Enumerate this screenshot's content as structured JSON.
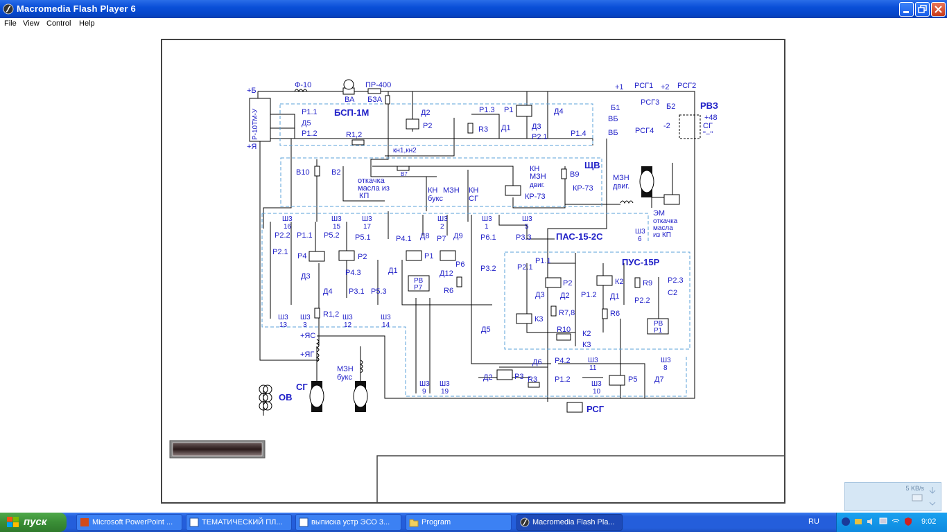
{
  "window": {
    "title": "Macromedia Flash Player 6"
  },
  "menu": [
    "File",
    "View",
    "Control",
    "Help"
  ],
  "diagram": {
    "labels": {
      "pb": "+Б",
      "f10": "Ф-10",
      "va": "ВА",
      "pr400": "ПР-400",
      "bza": "БЗА",
      "p1": "+1",
      "rsg1": "РСГ1",
      "p2": "+2",
      "rsg2": "РСГ2",
      "rvz": "РВЗ",
      "rsg3": "РСГ3",
      "b1": "Б1",
      "b2": "Б2",
      "vb1": "ВБ",
      "vb2": "ВБ",
      "rsg4": "РСГ4",
      "m2": "-2",
      "p48": "+48",
      "sg": "СГ",
      "pm": "\"−\"",
      "r10tm": "Р-10ТМ-У",
      "py": "+Я",
      "p11": "Р1.1",
      "d5": "Д5",
      "p12": "Р1.2",
      "bsp": "БСП-1М",
      "d2": "Д2",
      "rr2": "Р2",
      "p13": "Р1.3",
      "rr1": "Р1",
      "d4": "Д4",
      "r3": "R3",
      "d1": "Д1",
      "d3": "Д3",
      "p21": "Р2.1",
      "p14": "Р1.4",
      "r12": "R1,2",
      "kn12": "кн1,кн2",
      "b7": "В7",
      "kn1": "КН",
      "mzn1": "МЗН",
      "dvig1": "двиг.",
      "schv": "ЩВ",
      "b10": "В10",
      "b2b": "В2",
      "otk1": "откачка",
      "masla1": "масла из",
      "kp1": "КП",
      "kn2": "КН",
      "mzn2": "МЗН",
      "buks1": "букс",
      "kn3": "КН",
      "sg2": "СГ",
      "kr73a": "КР-73",
      "b9": "В9",
      "kr73b": "КР-73",
      "mzn3": "МЗН",
      "dvig2": "двиг.",
      "em": "ЭМ",
      "otk2": "откачка",
      "masla2": "масла",
      "izkp": "из КП",
      "sh16": "Ш3",
      "n16": "16",
      "sh15": "Ш3",
      "n15": "15",
      "sh17": "Ш3",
      "n17": "17",
      "sh2": "Ш3",
      "n2": "2",
      "sh1": "Ш3",
      "n1": "1",
      "sh5": "Ш3",
      "n5": "5",
      "sh6": "Ш3",
      "n6": "6",
      "p22": "Р2.2",
      "p11b": "Р1.1",
      "p52": "Р5.2",
      "p51": "Р5.1",
      "p41": "Р4.1",
      "d8": "Д8",
      "p7": "Р7",
      "d9": "Д9",
      "p61": "Р6.1",
      "p33": "Р3.3",
      "p21b": "Р2.1",
      "pas": "ПАС-15-2С",
      "pus": "ПУС-15Р",
      "p4": "Р4",
      "p2b": "Р2",
      "p1b": "Р1",
      "p6": "Р6",
      "p32": "Р3.2",
      "d3b": "Д3",
      "p43": "Р4.3",
      "d1b": "Д1",
      "rv": "РВ",
      "rp7": "Р7",
      "d12": "Д12",
      "r6": "R6",
      "d4b": "Д4",
      "p31": "Р3.1",
      "p53": "Р5.3",
      "r12b": "R1,2",
      "sh13": "Ш3",
      "n13": "13",
      "sh3": "Ш3",
      "n3": "3",
      "sh12": "Ш3",
      "n12": "12",
      "sh14": "Ш3",
      "n14": "14",
      "pys": "+ЯС",
      "pyg": "+ЯГ",
      "d5b": "Д5",
      "p21c": "Р2.1",
      "p11c": "Р1.1",
      "p2c": "Р2",
      "k2": "К2",
      "r9": "R9",
      "p23": "Р2.3",
      "c2": "С2",
      "d3c": "Д3",
      "d2c": "Д2",
      "p12c": "Р1.2",
      "d1c": "Д1",
      "p22b": "Р2.2",
      "k3": "К3",
      "r78": "R7,8",
      "r6b": "R6",
      "r10": "R10",
      "k2b": "К2",
      "k3b": "К3",
      "rvp": "РВ",
      "rvp1": "Р1",
      "mznb": "МЗН",
      "buks2": "букс",
      "sgm": "СГ",
      "ov": "ОВ",
      "d6": "Д6",
      "p42": "Р4.2",
      "sh11": "Ш3",
      "n11": "11",
      "sh8": "Ш3",
      "n8": "8",
      "d2d": "Д2",
      "p3": "Р3",
      "r3b": "R3",
      "p12d": "Р1.2",
      "sh10": "Ш3",
      "n10": "10",
      "p5": "Р5",
      "d7": "Д7",
      "sh9": "Ш3",
      "n9": "9",
      "sh19": "Ш3",
      "n19": "19",
      "rsg": "РСГ"
    }
  },
  "taskbar": {
    "start": "пуск",
    "tasks": [
      "Microsoft PowerPoint ...",
      "ТЕМАТИЧЕСКИЙ ПЛ...",
      "выписка устр ЭСО 3...",
      "Program",
      "Macromedia Flash Pla..."
    ],
    "lang": "RU",
    "clock": "9:02"
  },
  "netpopup": {
    "speed": "5 KB/s"
  },
  "colors": {
    "label": "#2020c8",
    "wire": "#000000",
    "dash": "#5aa0d8"
  }
}
